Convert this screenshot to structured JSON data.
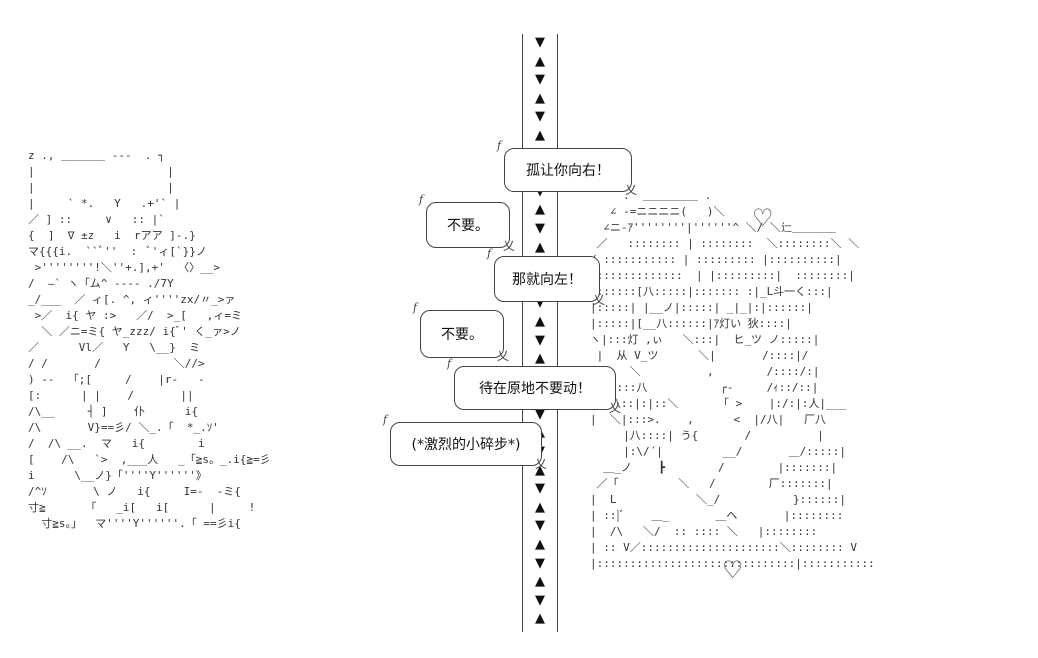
{
  "arrow_column": {
    "arrows": [
      "▼",
      "▲",
      "▼",
      "▲",
      "▼",
      "▲",
      "▼",
      "▲",
      "▼",
      "▲",
      "▼",
      "▲",
      "▼",
      "▲",
      "▼",
      "▲",
      "▼",
      "▲",
      "▼",
      "▲",
      "▼",
      "▲",
      "▼",
      "▲",
      "▼",
      "▲",
      "▼",
      "▲",
      "▼",
      "▲",
      "▼",
      "▲"
    ]
  },
  "bubbles": [
    {
      "text": "孤让你向右！"
    },
    {
      "text": "不要。"
    },
    {
      "text": "那就向左！"
    },
    {
      "text": "不要。"
    },
    {
      "text": "待在原地不要动！"
    },
    {
      "text": "(*激烈的小碎步*)"
    }
  ],
  "left_figure": {
    "lines": [
      "z ., ＿＿＿＿ ---  . ┐",
      "|                    |",
      "|                    |",
      "|     ` *.   Y   .+'` |",
      "／ ] ::     ∨   :: |` ",
      "{  ]  ∇ ±z   i  rアア ]-.}",
      "マ{{{i.  ``ﾞ''  :  ﾞ'ィ[`}}ノ",
      " >''''''''!＼''+.],+'  〈〉__>",
      "/  ―` ヽ「ム^ ---- ./7Y",
      "_/___  ／ ィ[. ^, ィ''''zx/〃_>ァ",
      " >／  i{ ヤ :>   ／/  >_[   ,ィ=ミ",
      "  ＼ ／ニ=ミ{ ヤ_zzz/ i{ﾞ' く_ァ>ノ",
      "／      Vl／   Y   \\__}  ミ",
      "/ /       /           ＼//>",
      ") --  「;[     /    |r-   -",
      "[:      | |    /       ||",
      "/\\__     ┤ ]    仆      i{",
      "/\\       V}==彡/ ＼_.「  *_.ｿ'",
      "/  /\\ __.  マ   i{        i",
      "[    /\\   `>  ,___人   _「≧s。_.i{≧=彡",
      "i      \\__ノ}「''''Y''''''》",
      "/^ｿ       \\ ノ   i{     I=-  -ミ{",
      "寸≧      「   _i[   i[      |     !",
      "  寸≧s。」  マ''''Y''''''.「 ==彡i{"
    ]
  },
  "right_figure": {
    "lines": [
      "     .  ＿＿＿＿＿ .",
      "   ∠ -=ニニニニ(   )＼",
      "  ∠ニ-ｱ''''''''|''''''^ ＼/ ＼辷＿＿＿＿",
      " ／   :::::::: | ::::::::  ＼::::::::＼ ＼",
      "/ ::::::::::: | ::::::::: |::::::::::|",
      "|:::::::::::::  | |:::::::::|  ::::::::|",
      "|::::::[八:::::|::::::: :|_L斗一く:::|",
      "|:::::| |__ノ|:::::| _|_|:|::::::|",
      "|:::::|[__八::::::|ｱ灯い 狄::::|",
      "ヽ|:::灯 ,ぃ   ＼:::|  ヒ_ツ ノ:::::|",
      " |  从 V_ツ      ＼|       /::::|/",
      "      ＼          ,        /::::/:|",
      "|:|::::八           ┌-     /ｨ::/::|",
      "|:|八::|:|::＼      「 >    |:/:|:人|___",
      "|  ＼|:::>.    ,      <  |/八|   厂八",
      "     |八::::| う{       /          |",
      "     |:\\/´|         __/       ＿/:::::|",
      "  ＿_ノ    ┣        /        |:::::::|",
      " ／「         ＼   /        厂:::::::|",
      "|  L            ＼_/           }::::::|",
      "| ::|ﾞ    ＿_       ＿ヘ       |::::::::",
      "|  /\\   ＼/  :: :::: ＼   |::::::::",
      "| :: V／:::::::::::::::::::::＼:::::::: V",
      "|::::::::::::::::::::::::::::::|:::::::::::"
    ]
  }
}
